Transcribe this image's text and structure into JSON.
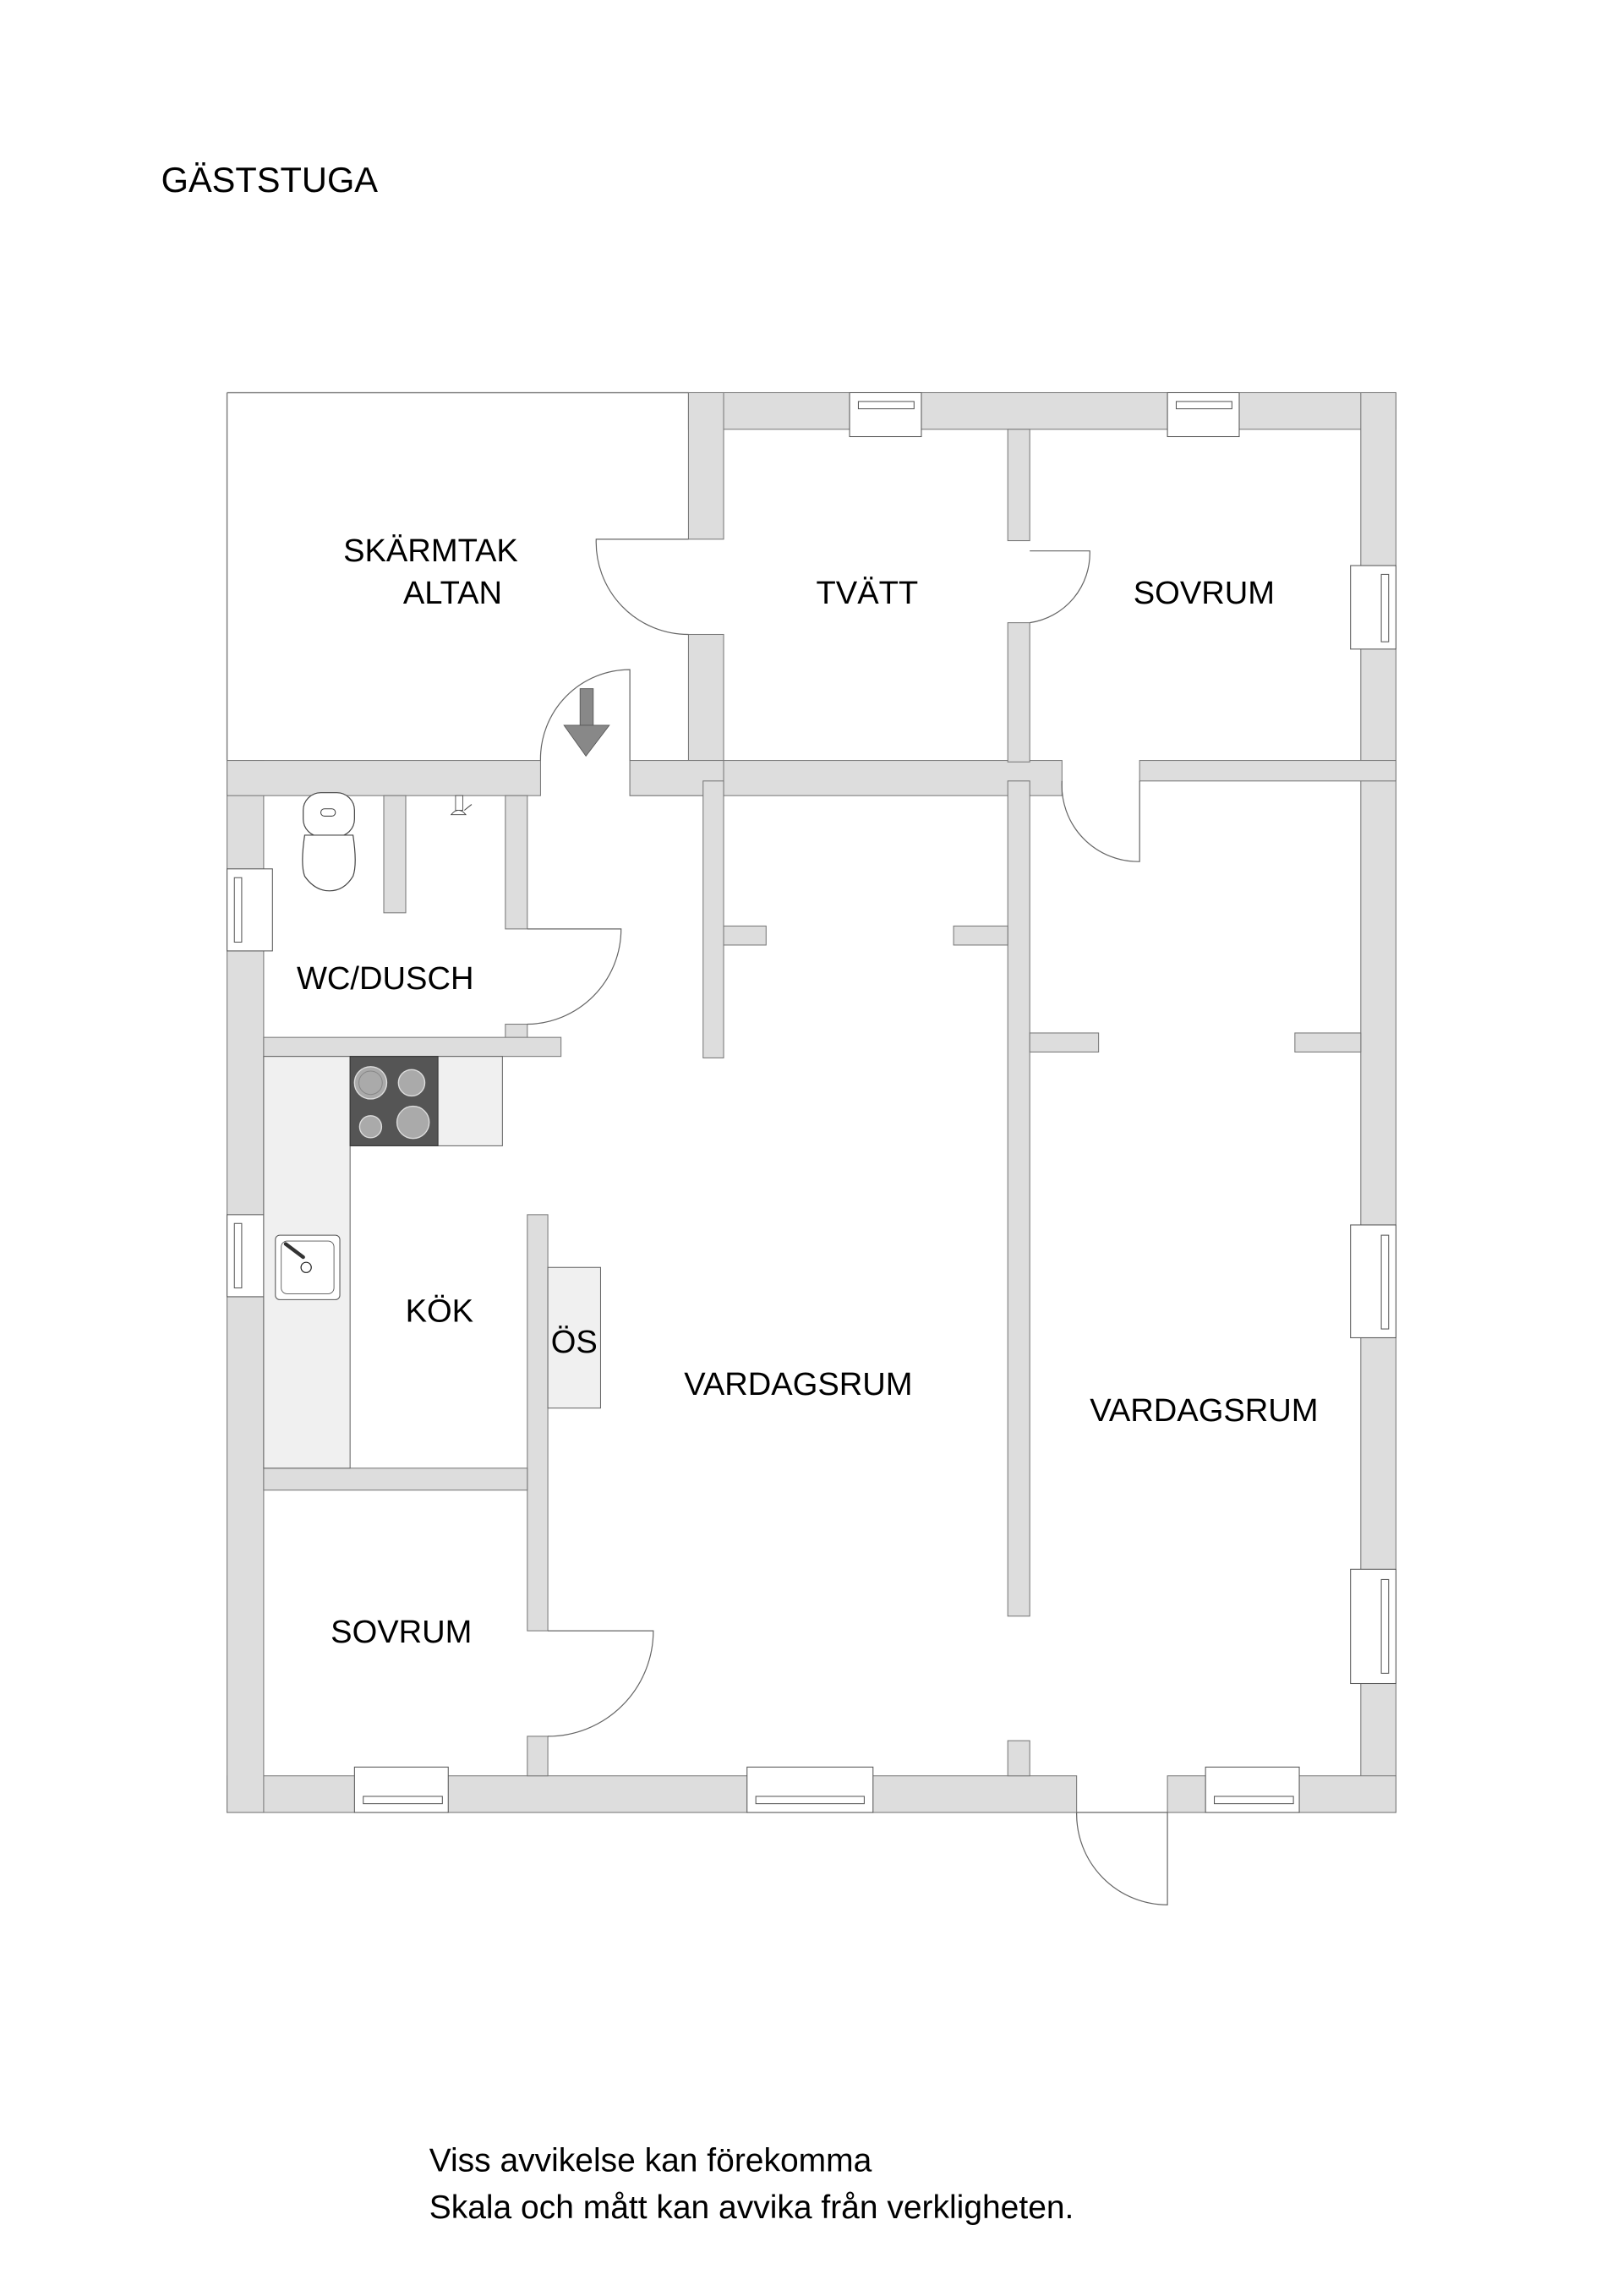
{
  "title": "GÄSTSTUGA",
  "rooms": {
    "altan_line1": "SKÄRMTAK",
    "altan_line2": "ALTAN",
    "tvatt": "TVÄTT",
    "sovrum_ne": "SOVRUM",
    "wc": "WC/DUSCH",
    "kok": "KÖK",
    "os": "ÖS",
    "vardagsrum_w": "VARDAGSRUM",
    "vardagsrum_e": "VARDAGSRUM",
    "sovrum_sw": "SOVRUM"
  },
  "fixtures": {
    "entrance": "entrance-arrow-icon",
    "stove": "stove-icon",
    "sink": "sink-icon",
    "toilet": "toilet-icon",
    "shower": "shower-icon"
  },
  "footer": {
    "line1": "Viss avvikelse kan förekomma",
    "line2": "Skala och mått kan avvika från verkligheten."
  },
  "colors": {
    "wall": "#dddddd",
    "wall_stroke": "#777777",
    "counter": "#f0f0f0",
    "stove": "#555555",
    "arrow": "#888888"
  }
}
